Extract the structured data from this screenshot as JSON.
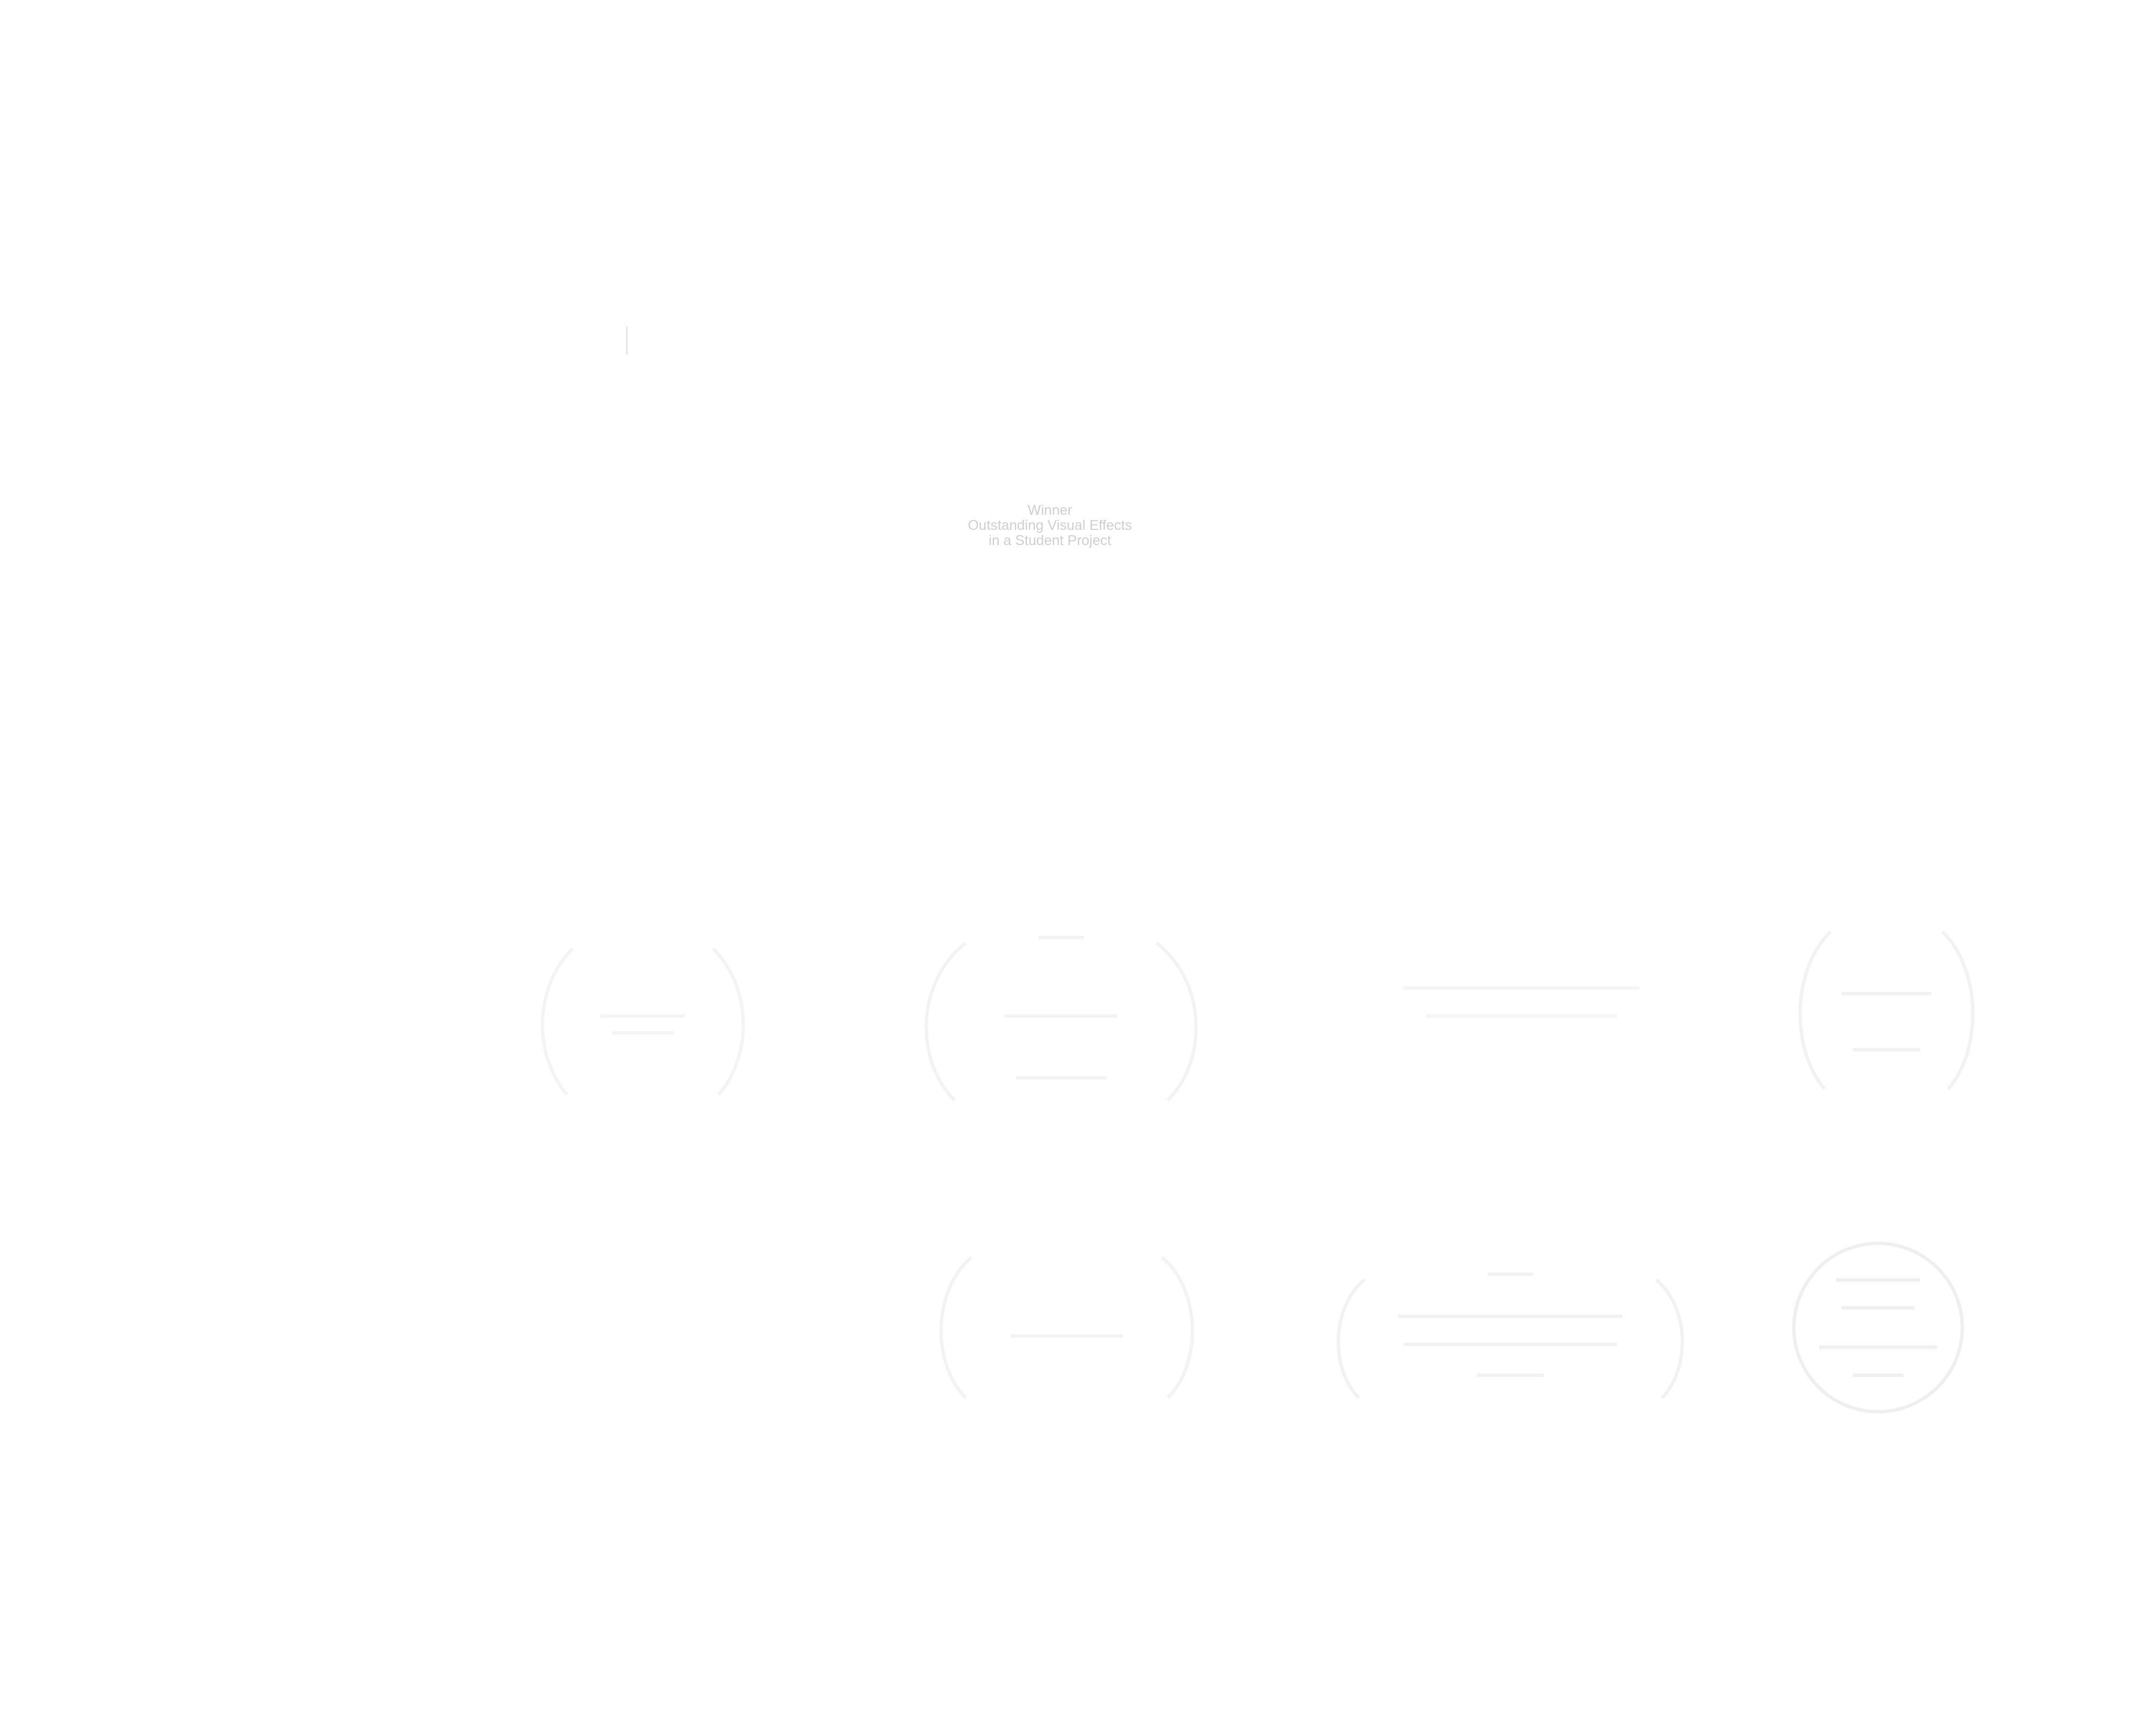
{
  "award": {
    "lines": [
      "Winner",
      "Outstanding Visual Effects",
      "in a Student Project"
    ]
  },
  "colors": {
    "background": "#ffffff",
    "caption_text": "#cfcfcf",
    "laurel_ghost": "#f3f3f3"
  },
  "laurels": [
    {
      "name": "laurel-1-icon"
    },
    {
      "name": "laurel-2-icon"
    },
    {
      "name": "laurel-3-icon"
    },
    {
      "name": "laurel-4-icon"
    },
    {
      "name": "laurel-5-icon"
    },
    {
      "name": "laurel-6-icon"
    },
    {
      "name": "laurel-7-icon"
    }
  ]
}
